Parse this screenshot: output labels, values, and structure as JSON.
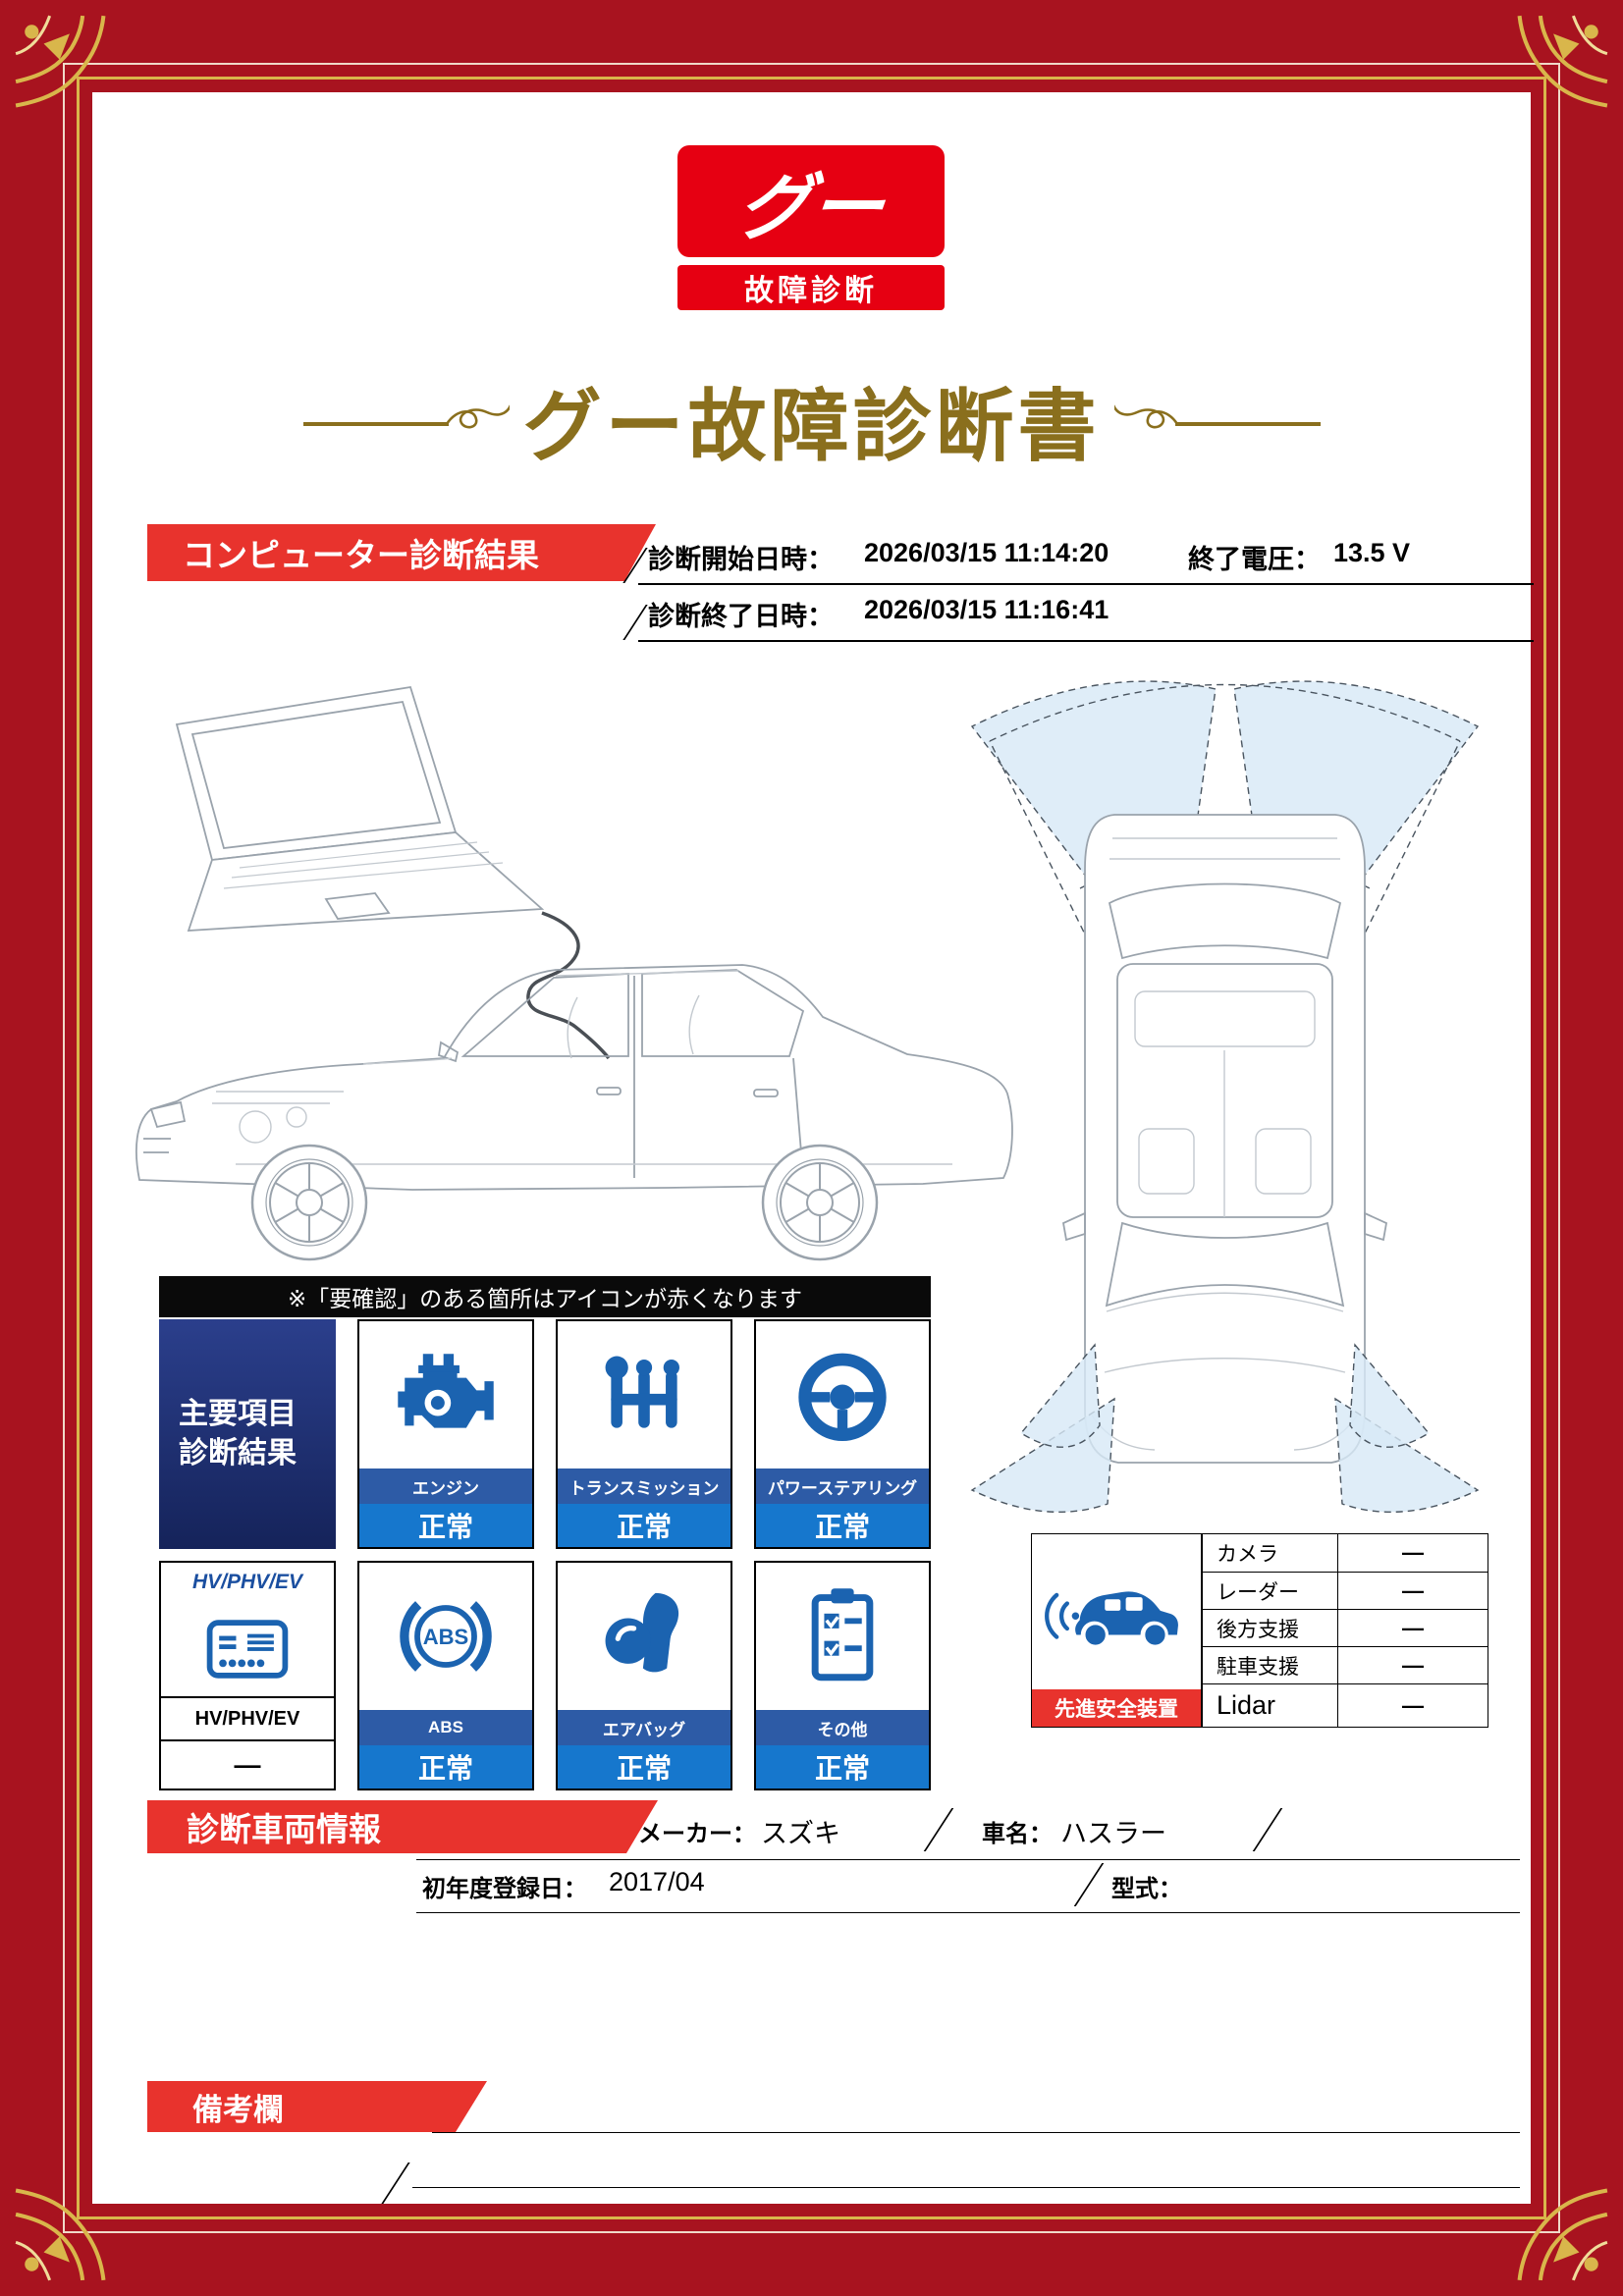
{
  "colors": {
    "frame_red": "#a8131f",
    "banner_red": "#e8332d",
    "logo_red": "#e60012",
    "title_gold": "#8a6f1d",
    "icon_blue": "#1b63b0",
    "label_band_blue": "#2d5ba6",
    "status_band_blue": "#1677cd",
    "header_navy": "#1c2f6e",
    "sensor_zone_blue": "#d7e8f6",
    "gold_trim": "#d9b64b"
  },
  "logo": {
    "mark": "グー",
    "caption": "故障診断"
  },
  "title": "グー故障診断書",
  "computer_diagnosis": {
    "banner": "コンピューター診断結果",
    "start_label": "診断開始日時：",
    "start_value": "2026/03/15 11:14:20",
    "voltage_label": "終了電圧：",
    "voltage_value": "13.5 V",
    "end_label": "診断終了日時：",
    "end_value": "2026/03/15 11:16:41"
  },
  "notice": "※「要確認」のある箇所はアイコンが赤くなります",
  "main_items": {
    "header_line1": "主要項目",
    "header_line2": "診断結果",
    "items": [
      {
        "icon": "engine-icon",
        "label": "エンジン",
        "status": "正常"
      },
      {
        "icon": "transmission-icon",
        "label": "トランスミッション",
        "status": "正常"
      },
      {
        "icon": "steering-icon",
        "label": "パワーステアリング",
        "status": "正常"
      },
      {
        "icon": "hv-phv-ev-icon",
        "title": "HV/PHV/EV",
        "label": "HV/PHV/EV",
        "status": "—"
      },
      {
        "icon": "abs-icon",
        "label": "ABS",
        "status": "正常"
      },
      {
        "icon": "airbag-icon",
        "label": "エアバッグ",
        "status": "正常"
      },
      {
        "icon": "other-icon",
        "label": "その他",
        "status": "正常"
      }
    ]
  },
  "icons": {
    "abs_text": "ABS"
  },
  "safety": {
    "banner": "先進安全装置",
    "rows": [
      {
        "label": "カメラ",
        "value": "—"
      },
      {
        "label": "レーダー",
        "value": "—"
      },
      {
        "label": "後方支援",
        "value": "—"
      },
      {
        "label": "駐車支援",
        "value": "—"
      },
      {
        "label": "Lidar",
        "value": "—"
      }
    ]
  },
  "vehicle": {
    "banner": "診断車両情報",
    "maker_label": "メーカー：",
    "maker_value": "スズキ",
    "name_label": "車名：",
    "name_value": "ハスラー",
    "first_reg_label": "初年度登録日：",
    "first_reg_value": "2017/04",
    "model_label": "型式："
  },
  "remarks": {
    "banner": "備考欄"
  }
}
